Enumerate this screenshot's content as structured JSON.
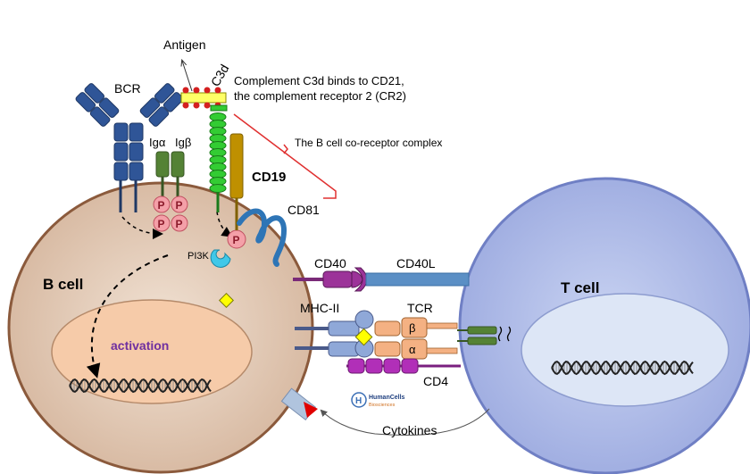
{
  "labels": {
    "antigen": "Antigen",
    "bcr": "BCR",
    "c3d": "C3d",
    "complement_line1": "Complement C3d binds to CD21,",
    "complement_line2": "the complement receptor 2 (CR2)",
    "igalpha": "Igα",
    "igbeta": "Igβ",
    "coreceptor": "The B cell co-receptor complex",
    "cd19": "CD19",
    "cd81": "CD81",
    "phospho": "P",
    "pi3k": "PI3K",
    "cd40": "CD40",
    "cd40l": "CD40L",
    "bcell": "B cell",
    "tcell": "T cell",
    "mhc2": "MHC-II",
    "tcr": "TCR",
    "tcr_beta": "β",
    "tcr_alpha": "α",
    "cd4": "CD4",
    "activation": "activation",
    "cytokines": "Cytokines",
    "logo_line1": "HumanCells",
    "logo_line2": "Biosciences",
    "logo_letter": "H"
  },
  "colors": {
    "bcell_fill": "#e8d2c0",
    "bcell_stroke": "#8b5a3c",
    "tcell_fill": "#b8c4ec",
    "tcell_stroke": "#6f7fc4",
    "bcell_nucleus": "#f6cba9",
    "tcell_nucleus": "#dde6f6",
    "bcr": "#2f5597",
    "igab": "#548235",
    "c3d": "#ffff66",
    "cd21": "#33cc33",
    "cd19": "#bf9000",
    "cd81": "#2e75b6",
    "phospho": "#f4a0a8",
    "pi3k": "#40c8e8",
    "cd40": "#9c3399",
    "cd40l": "#5b8fc5",
    "mhc": "#8fa8d8",
    "tcr": "#f4b183",
    "cd4": "#b12fb8",
    "antigen_dot": "#d42020",
    "peptide": "#ffff00",
    "coreceptor_bracket": "#e03030",
    "activation_text": "#7030a0",
    "cytokine_red": "#e00000"
  }
}
